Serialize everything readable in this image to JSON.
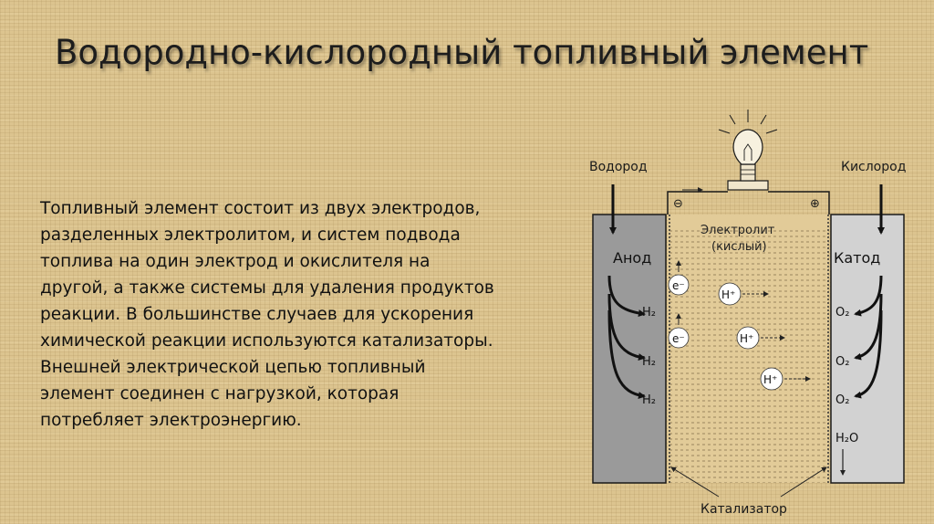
{
  "slide": {
    "title": "Водородно-кислородный топливный элемент",
    "paragraph_lines": [
      "Топливный элемент состоит из двух электродов,",
      "разделенных электролитом, и систем подвода",
      "топлива на один электрод и окислителя на",
      "другой, а также системы для удаления продуктов",
      "реакции. В большинстве случаев для ускорения",
      "химической реакции используются катализаторы.",
      "Внешней электрической цепью топливный",
      "элемент соединен с нагрузкой, которая",
      "потребляет электроэнергию."
    ]
  },
  "diagram": {
    "hydrogen_label": "Водород",
    "oxygen_label": "Кислород",
    "anode_label": "Анод",
    "cathode_label": "Катод",
    "electrolyte_label": "Электролит",
    "electrolyte_type": "(кислый)",
    "catalyst_label": "Катализатор",
    "minus_sign": "⊖",
    "plus_sign": "⊕",
    "electron_labels": [
      "e⁻",
      "e⁻"
    ],
    "proton_labels": [
      "H⁺",
      "H⁺",
      "H⁺"
    ],
    "h2_labels": [
      "H₂",
      "H₂",
      "H₂"
    ],
    "o2_labels": [
      "O₂",
      "O₂",
      "O₂"
    ],
    "water_label": "H₂O",
    "colors": {
      "anode_fill": "#9a9a9a",
      "cathode_fill": "#d2d2d2",
      "electrolyte_fill": "#e2cb98",
      "line": "#1a1a1a"
    }
  }
}
